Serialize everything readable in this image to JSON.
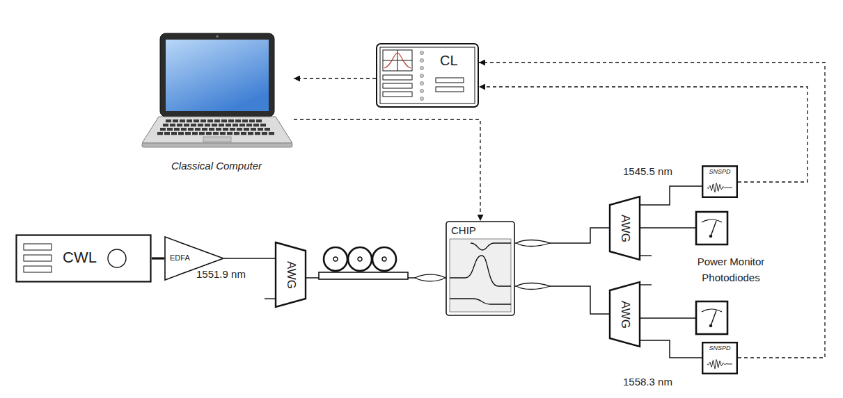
{
  "diagram": {
    "nodes": [
      {
        "text": [
          "Classical Computer"
        ]
      },
      {
        "text": [
          "CL"
        ]
      },
      {
        "text": [
          "CWL"
        ]
      },
      {
        "text": [
          "EDFA"
        ]
      },
      {
        "text": [
          "AWG"
        ]
      },
      {
        "text": [
          "CHIP"
        ]
      },
      {
        "text": [
          "AWG"
        ]
      },
      {
        "text": [
          "SNSPD"
        ]
      },
      {
        "text": [
          "AWG"
        ]
      },
      {
        "text": [
          "SNSPD"
        ]
      }
    ],
    "edges": [
      {
        "from": 1,
        "to": 0,
        "arrow": "to"
      },
      {
        "from": 0,
        "to": 5,
        "arrow": "to"
      },
      {
        "from": 2,
        "to": 3,
        "arrow": "none"
      },
      {
        "from": 3,
        "to": 4,
        "arrow": "none"
      },
      {
        "from": 4,
        "to": 5,
        "arrow": "none"
      },
      {
        "from": 5,
        "to": 6,
        "arrow": "none"
      },
      {
        "from": 5,
        "to": 8,
        "arrow": "none"
      },
      {
        "from": 6,
        "to": 7,
        "arrow": "none"
      },
      {
        "from": 8,
        "to": 9,
        "arrow": "none"
      },
      {
        "from": 7,
        "to": 1,
        "arrow": "to"
      },
      {
        "from": 9,
        "to": 1,
        "arrow": "to"
      }
    ],
    "labels": [
      "1551.9 nm",
      "1545.5 nm",
      "Power Monitor Photodiodes",
      "1558.3 nm"
    ]
  }
}
